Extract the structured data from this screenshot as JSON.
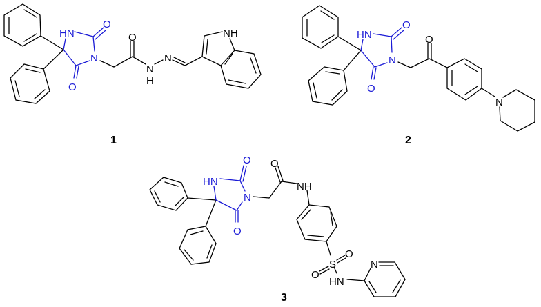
{
  "figure": {
    "type": "chemical-structures",
    "colors": {
      "scaffold_highlight": "#1a1ad6",
      "bonds": "#000000",
      "background": "#ffffff"
    },
    "highlighted_scaffold": "5,5-diphenylhydantoin (2,4-dioxoimidazolidine) core",
    "compounds": [
      {
        "label": "1",
        "atom_labels": {
          "hn": "HN",
          "o_urea": "O",
          "n3": "N",
          "o_c4": "O",
          "o_amide": "O",
          "n_hydrazide": "N",
          "h_hydrazide": "H",
          "n_imine": "N",
          "nh_indole": "NH"
        },
        "description": "hydantoin-acetohydrazide with indol-3-ylmethylene"
      },
      {
        "label": "2",
        "atom_labels": {
          "hn": "HN",
          "o_urea": "O",
          "n3": "N",
          "o_c4": "O",
          "o_ketone": "O",
          "n_piperidine": "N"
        },
        "description": "hydantoin-CH2-C(=O)-4-(piperidin-1-yl)phenyl"
      },
      {
        "label": "3",
        "atom_labels": {
          "hn": "HN",
          "o_urea": "O",
          "n3": "N",
          "o_c4": "O",
          "o_amide": "O",
          "nh_amide": "NH",
          "s": "S",
          "o_s1": "O",
          "o_s2": "O",
          "hn_sulfonamide": "HN",
          "n_pyridine": "N"
        },
        "description": "hydantoin-acetamide of sulfapyridine"
      }
    ]
  }
}
